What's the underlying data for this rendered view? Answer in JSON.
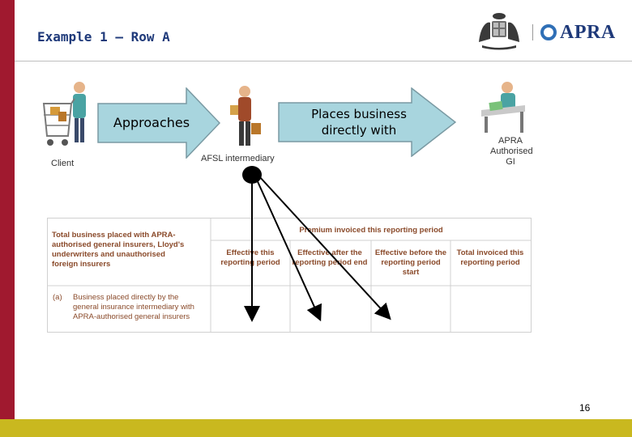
{
  "header": {
    "title": "Example 1 – Row A",
    "logo_text": "APRA"
  },
  "flow": {
    "arrow1_label": "Approaches",
    "arrow2_label": "Places business directly with",
    "client_label": "Client",
    "intermediary_label": "AFSL intermediary",
    "insurer_label_line1": "APRA",
    "insurer_label_line2": "Authorised GI"
  },
  "table": {
    "row_header": "Total business placed with APRA-authorised general insurers, Lloyd's underwriters and unauthorised foreign insurers",
    "group_header": "Premium invoiced this reporting period",
    "columns": [
      "Effective this reporting period",
      "Effective after the reporting period end",
      "Effective before the reporting period start",
      "Total invoiced this reporting period"
    ],
    "row_a_marker": "(a)",
    "row_a_label": "Business placed directly by the general insurance intermediary with APRA-authorised general insurers"
  },
  "footer": {
    "page_number": "16"
  },
  "colors": {
    "left_bar": "#a0192f",
    "bottom_bar": "#c9b81f",
    "title": "#1f3a7a",
    "arrow_fill": "#a8d5de",
    "table_text": "#8a4a2a"
  }
}
